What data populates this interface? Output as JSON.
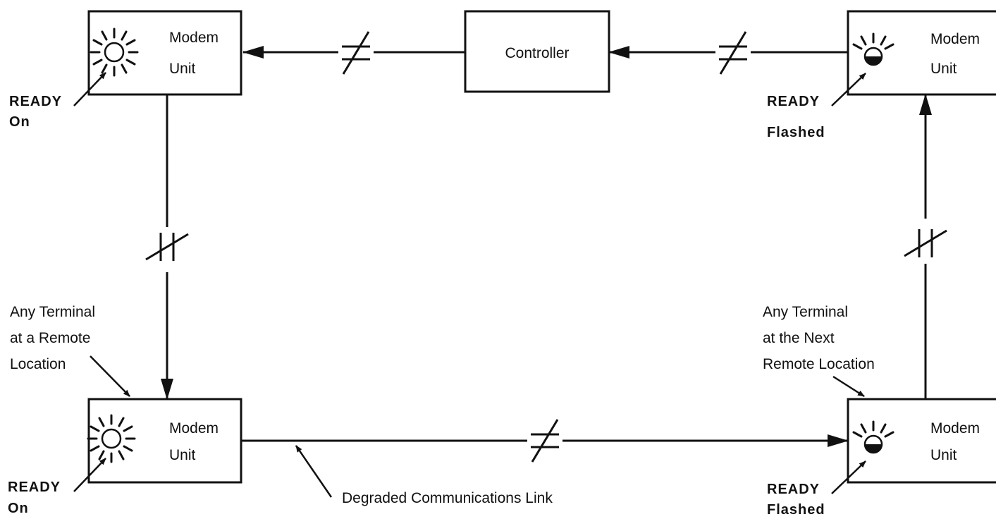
{
  "controller": {
    "label": "Controller"
  },
  "modems": {
    "top_left": {
      "line1": "Modem",
      "line2": "Unit",
      "ready": "READY",
      "state": "On",
      "lamp": "lit"
    },
    "top_right": {
      "line1": "Modem",
      "line2": "Unit",
      "ready": "READY",
      "state": "Flashed",
      "lamp": "half"
    },
    "bottom_left": {
      "line1": "Modem",
      "line2": "Unit",
      "ready": "READY",
      "state": "On",
      "lamp": "lit"
    },
    "bottom_right": {
      "line1": "Modem",
      "line2": "Unit",
      "ready": "READY",
      "state": "Flashed",
      "lamp": "half"
    }
  },
  "annotations": {
    "remote_terminal": [
      "Any Terminal",
      "at a Remote",
      "Location"
    ],
    "next_remote_terminal": [
      "Any Terminal",
      "at the Next",
      "Remote Location"
    ],
    "degraded_link": "Degraded Communications Link"
  },
  "icons": {
    "lamp_lit": "lamp-on-icon",
    "lamp_half": "lamp-flashed-icon",
    "link_break": "link-break-icon"
  },
  "colors": {
    "ink": "#111111",
    "background": "#ffffff"
  }
}
